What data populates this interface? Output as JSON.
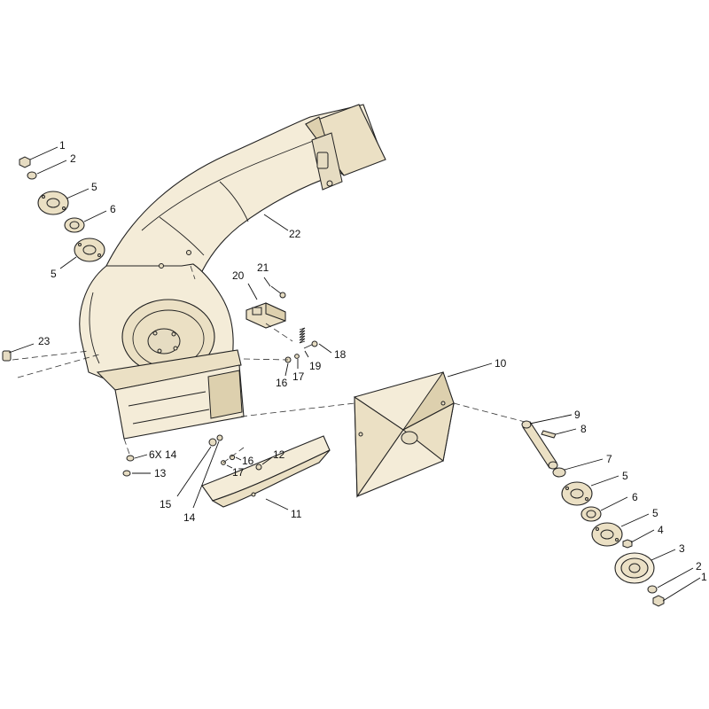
{
  "callouts": [
    {
      "id": "c1a",
      "text": "1"
    },
    {
      "id": "c2a",
      "text": "2"
    },
    {
      "id": "c5a",
      "text": "5"
    },
    {
      "id": "c6a",
      "text": "6"
    },
    {
      "id": "c5b",
      "text": "5"
    },
    {
      "id": "c22",
      "text": "22"
    },
    {
      "id": "c20",
      "text": "20"
    },
    {
      "id": "c21",
      "text": "21"
    },
    {
      "id": "c23",
      "text": "23"
    },
    {
      "id": "c18",
      "text": "18"
    },
    {
      "id": "c19",
      "text": "19"
    },
    {
      "id": "c17a",
      "text": "17"
    },
    {
      "id": "c16a",
      "text": "16"
    },
    {
      "id": "c10",
      "text": "10"
    },
    {
      "id": "c6x14",
      "text": "6X 14"
    },
    {
      "id": "c13",
      "text": "13"
    },
    {
      "id": "c16b",
      "text": "16"
    },
    {
      "id": "c12",
      "text": "12"
    },
    {
      "id": "c17b",
      "text": "17"
    },
    {
      "id": "c15",
      "text": "15"
    },
    {
      "id": "c14",
      "text": "14"
    },
    {
      "id": "c11",
      "text": "11"
    },
    {
      "id": "c9",
      "text": "9"
    },
    {
      "id": "c8",
      "text": "8"
    },
    {
      "id": "c7",
      "text": "7"
    },
    {
      "id": "c5c",
      "text": "5"
    },
    {
      "id": "c6b",
      "text": "6"
    },
    {
      "id": "c5d",
      "text": "5"
    },
    {
      "id": "c4",
      "text": "4"
    },
    {
      "id": "c3",
      "text": "3"
    },
    {
      "id": "c2b",
      "text": "2"
    },
    {
      "id": "c1b",
      "text": "1"
    }
  ]
}
